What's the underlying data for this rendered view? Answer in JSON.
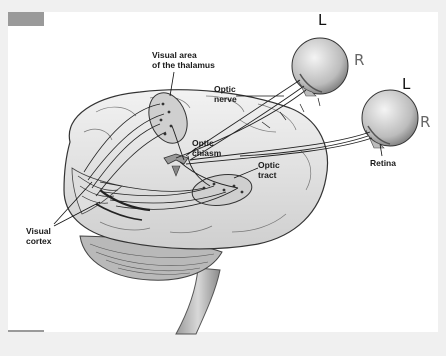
{
  "labels": {
    "visual_area_thalamus": "Visual area\nof the thalamus",
    "optic_nerve": "Optic\nnerve",
    "optic_chiasm": "Optic\nchiasm",
    "optic_tract": "Optic\ntract",
    "retina": "Retina",
    "visual_cortex": "Visual\ncortex"
  },
  "side_markers": {
    "left_eye_top": "L",
    "right_eye_top": "R",
    "left_eye_bottom": "L",
    "right_eye_bottom": "R"
  },
  "colors": {
    "background": "#f0f0f0",
    "frame": "#ffffff",
    "line": "#1a1a1a",
    "side_marker_L": "#111111",
    "side_marker_R": "#666666"
  }
}
